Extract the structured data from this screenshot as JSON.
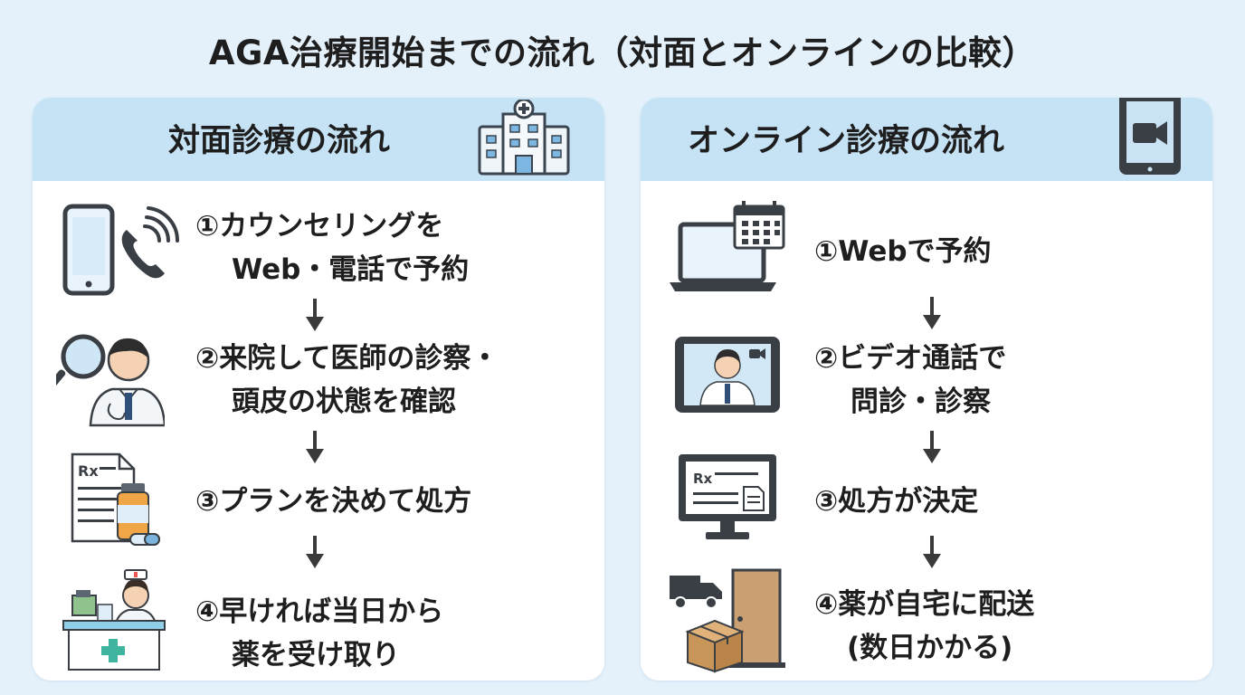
{
  "title": "AGA治療開始までの流れ（対面とオンラインの比較）",
  "left_panel": {
    "title": "対面診療の流れ",
    "steps": [
      {
        "line1": "①カウンセリングを",
        "line2": "Web・電話で予約"
      },
      {
        "line1": "②来院して医師の診察・",
        "line2": "頭皮の状態を確認"
      },
      {
        "line1": "③プランを決めて処方"
      },
      {
        "line1": "④早ければ当日から",
        "line2": "薬を受け取り"
      }
    ]
  },
  "right_panel": {
    "title": "オンライン診療の流れ",
    "steps": [
      {
        "line1": "①Webで予約"
      },
      {
        "line1": "②ビデオ通話で",
        "line2": "問診・診察"
      },
      {
        "line1": "③処方が決定"
      },
      {
        "line1": "④薬が自宅に配送",
        "line2": "(数日かかる)"
      }
    ]
  },
  "icons": {
    "left_header": "hospital-icon",
    "right_header": "tablet-video-icon",
    "left_steps": [
      "smartphone-phone-icon",
      "doctor-magnifier-icon",
      "prescription-medicine-icon",
      "pharmacy-counter-icon"
    ],
    "right_steps": [
      "laptop-calendar-icon",
      "video-call-doctor-icon",
      "monitor-prescription-icon",
      "delivery-door-icon"
    ]
  },
  "colors": {
    "background": "#e4f1fb",
    "header": "#c6e2f5",
    "panel": "#ffffff",
    "text": "#1e1e1e"
  }
}
